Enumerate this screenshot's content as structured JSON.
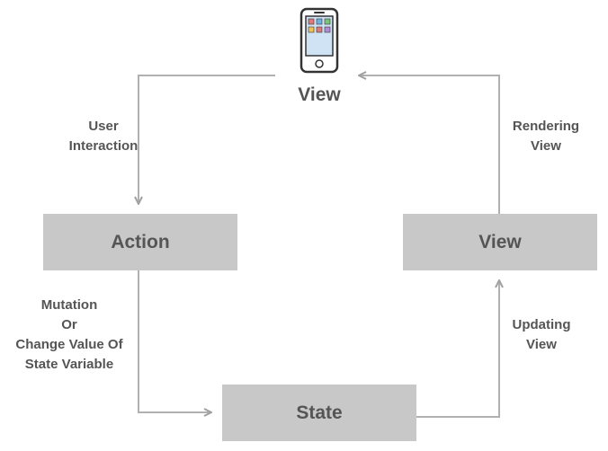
{
  "diagram": {
    "top_view_label": "View",
    "boxes": {
      "action": "Action",
      "view": "View",
      "state": "State"
    },
    "edges": {
      "user_interaction": "User\nInteraction",
      "rendering_view": "Rendering\nView",
      "mutation": "Mutation\nOr\nChange Value Of\nState Variable",
      "updating_view": "Updating\nView"
    },
    "colors": {
      "box_fill": "#c8c8c8",
      "text": "#555555",
      "connector": "#b0b0b0",
      "phone_outline": "#333333",
      "phone_screen": "#cfe3f5"
    },
    "icons": [
      "smartphone-icon"
    ]
  }
}
